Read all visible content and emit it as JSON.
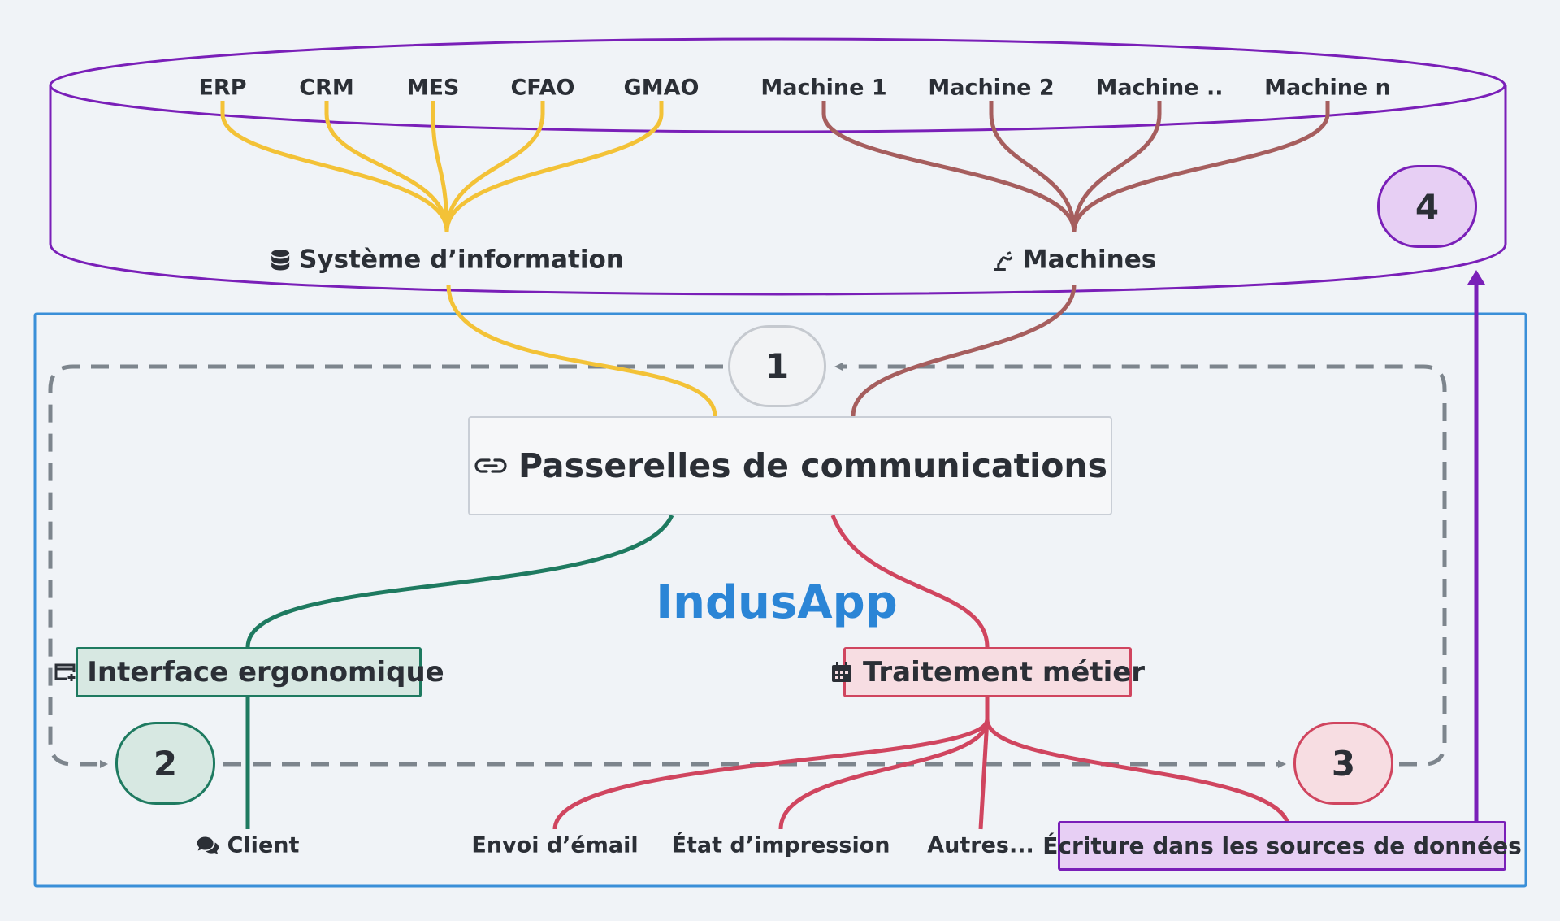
{
  "sources": {
    "info_systems": [
      "ERP",
      "CRM",
      "MES",
      "CFAO",
      "GMAO"
    ],
    "machines": [
      "Machine 1",
      "Machine 2",
      "Machine ..",
      "Machine n"
    ]
  },
  "groups": {
    "info_system_label": "Système d’information",
    "machines_label": "Machines"
  },
  "gateway": {
    "label": "Passerelles de communications"
  },
  "app": {
    "title": "IndusApp"
  },
  "interface": {
    "label": "Interface ergonomique",
    "client_label": "Client"
  },
  "business": {
    "label": "Traitement métier",
    "outputs": [
      "Envoi d’émail",
      "État d’impression",
      "Autres...",
      "Écriture dans les sources de données"
    ]
  },
  "steps": [
    "1",
    "2",
    "3",
    "4"
  ],
  "icons": {
    "info_system": "database-icon",
    "machines": "robot-arm-icon",
    "gateway": "link-icon",
    "interface": "window-plus-icon",
    "business": "calendar-icon",
    "client": "chat-bubble-icon"
  },
  "colors": {
    "info_system_links": "#f3c237",
    "machine_links": "#a65e5e",
    "interface": "#1e7a60",
    "business": "#d0455f",
    "datasource": "#7a1fb8",
    "app_title": "#2b85d6",
    "app_frame": "#3a8fd8",
    "flow_dashes": "#7d858d"
  }
}
